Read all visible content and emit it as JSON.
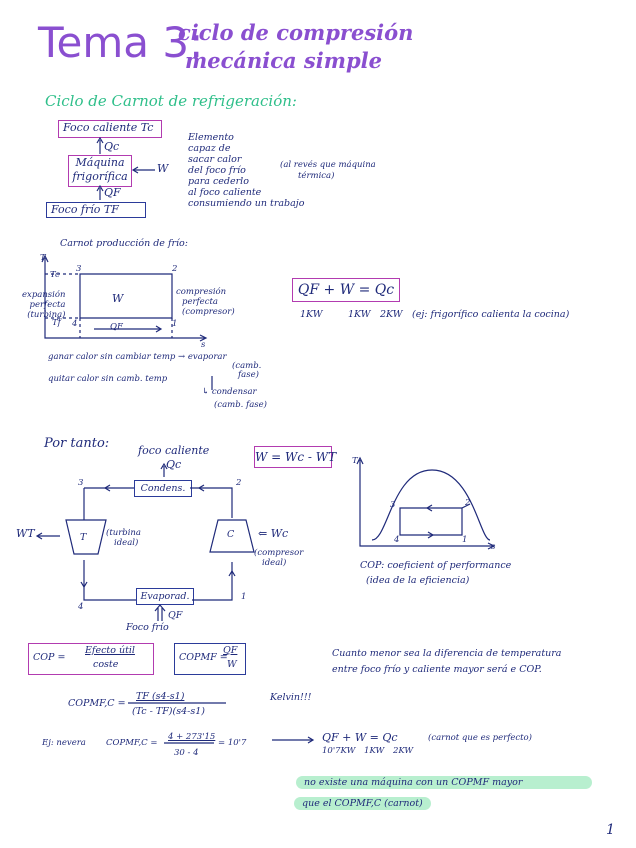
{
  "title": {
    "main": "Tema 3:",
    "line1": "ciclo de compresión",
    "line2": "mecánica simple"
  },
  "section1": {
    "heading": "Ciclo de Carnot de refrigeración:",
    "hot_source": "Foco caliente Tc",
    "qc": "Qc",
    "machine": "Máquina frigorífica",
    "w": "W",
    "qf": "QF",
    "cold_source": "Foco frío TF",
    "description": [
      "Elemento",
      "capaz de",
      "sacar calor",
      "del foco frío",
      "para cederlo",
      "al foco caliente",
      "consumiendo un trabajo"
    ],
    "note": [
      "(al revés que máquina",
      "térmica)"
    ]
  },
  "ts_diagram": {
    "caption": "Carnot producción de frío:",
    "t_axis": "T",
    "s_axis": "s",
    "tc": "Tc",
    "tf": "Tf",
    "p1": "1",
    "p2": "2",
    "p3": "3",
    "p4": "4",
    "w": "W",
    "qf": "QF",
    "left_note": [
      "expansión",
      "perfecta",
      "(turbina)"
    ],
    "right_note": [
      "compresión",
      "perfecta",
      "(compresor)"
    ],
    "line1": "ganar calor sin cambiar temp → evaporar",
    "line1_note": [
      "(camb.",
      "fase)"
    ],
    "line2": "quitar calor sin camb. temp",
    "line3": "↳ condensar",
    "line3_note": "(camb. fase)"
  },
  "balance": {
    "equation": "QF + W = Qc",
    "values": [
      "1KW",
      "1KW",
      "2KW"
    ],
    "example": "(ej: frigorífico calienta la cocina)"
  },
  "cycle": {
    "lead": "Por tanto:",
    "hot": "foco caliente",
    "qc": "Qc",
    "work_eq": "W = Wc - WT",
    "condenser": "Condens.",
    "evaporator": "Evaporad.",
    "turbine": "T",
    "compressor": "C",
    "wt": "WT",
    "wc": "⇐ Wc",
    "turbine_note": [
      "(turbina",
      "ideal)"
    ],
    "compressor_note": [
      "(compresor",
      "ideal)"
    ],
    "qf": "QF",
    "cold": "Foco frío",
    "n1": "1",
    "n2": "2",
    "n3": "3",
    "n4": "4"
  },
  "ts2": {
    "t": "T",
    "s": "s",
    "p1": "1",
    "p2": "2",
    "p3": "3",
    "p4": "4",
    "cop_line1": "COP: coeficient of performance",
    "cop_line2": "(idea de la eficiencia)"
  },
  "cop": {
    "def_left": "COP =",
    "def_num": "Efecto útil",
    "def_den": "coste",
    "mf_left": "COPMF =",
    "mf_num": "QF",
    "mf_den": "W",
    "note1": "Cuanto menor sea la diferencia de temperatura",
    "note2": "entre foco frío y caliente mayor será e COP.",
    "carnot_left": "COPMF,C =",
    "carnot_num": "TF (s4-s1)",
    "carnot_den": "(Tc - TF)(s4-s1)",
    "kelvin": "Kelvin!!!",
    "ex_label": "Ej: nevera",
    "ex_left": "COPMF,C =",
    "ex_num": "4 + 273'15",
    "ex_den": "30 - 4",
    "ex_result": "= 10'7",
    "ex_eq": "QF + W = Qc",
    "ex_note": "(carnot que es perfecto)",
    "ex_values": "10'7KW 1KW 2KW",
    "hl1": "no existe una máquina con un COPMF mayor",
    "hl2": "que el COPMF,C (carnot)"
  },
  "page_number": "1",
  "colors": {
    "ink": "#1f2a7a",
    "title": "#8a4fd0",
    "section": "#2fbf8a",
    "pink": "#b23bb0",
    "highlight": "#b8efcf"
  }
}
